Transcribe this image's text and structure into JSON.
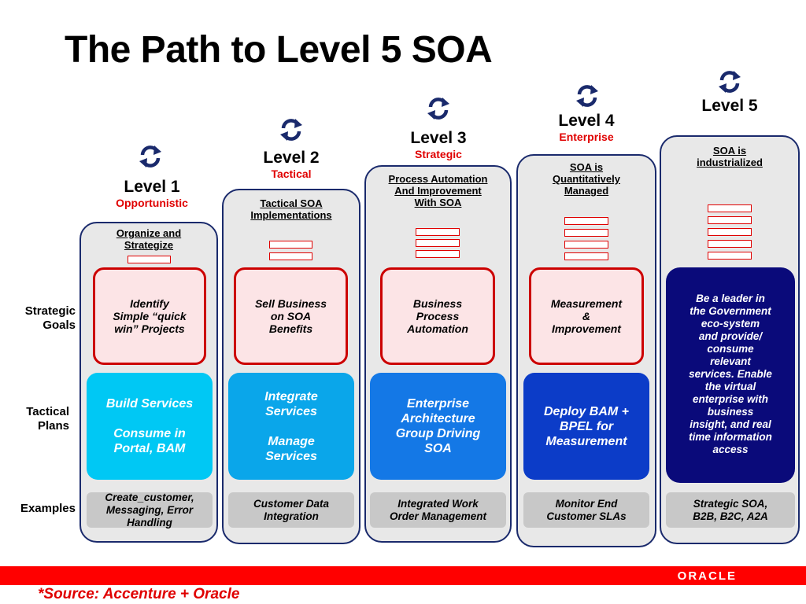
{
  "title": "The Path to Level 5 SOA",
  "row_labels": {
    "goals": "Strategic\nGoals",
    "plans": "Tactical\nPlans",
    "examples": "Examples"
  },
  "levels": [
    {
      "name": "Level 1",
      "subtitle": "Opportunistic",
      "header": "Organize and\nStrategize",
      "maturity_bars": 1,
      "goal": "Identify\nSimple “quick\nwin” Projects",
      "plan": "Build Services\n\nConsume in\nPortal, BAM",
      "example": "Create_customer,\nMessaging, Error\nHandling",
      "plan_color": "#00c8f4"
    },
    {
      "name": "Level 2",
      "subtitle": "Tactical",
      "header": "Tactical SOA\nImplementations",
      "maturity_bars": 2,
      "goal": "Sell Business\non SOA\nBenefits",
      "plan": "Integrate\nServices\n\nManage\nServices",
      "example": "Customer Data\nIntegration",
      "plan_color": "#0aa6ea"
    },
    {
      "name": "Level 3",
      "subtitle": "Strategic",
      "header": "Process Automation\nAnd Improvement\nWith SOA",
      "maturity_bars": 3,
      "goal": "Business\nProcess\nAutomation",
      "plan": "Enterprise\nArchitecture\nGroup Driving\nSOA",
      "example": "Integrated Work\nOrder Management",
      "plan_color": "#1478e6"
    },
    {
      "name": "Level 4",
      "subtitle": "Enterprise",
      "header": "SOA is\nQuantitatively\nManaged",
      "maturity_bars": 4,
      "goal": "Measurement\n&\nImprovement",
      "plan": "Deploy BAM +\nBPEL for\nMeasurement",
      "example": "Monitor End\nCustomer SLAs",
      "plan_color": "#0c3cc8"
    },
    {
      "name": "Level 5",
      "subtitle": "",
      "header": "SOA is\n industrialized",
      "maturity_bars": 5,
      "goal": "Be a leader in\nthe  Government\neco-system\nand provide/\nconsume\nrelevant\nservices. Enable\nthe virtual\nenterprise with\nbusiness\ninsight, and real\ntime information\naccess",
      "example": "Strategic SOA,\nB2B, B2C, A2A",
      "plan_color": "#0a0a7a"
    }
  ],
  "footer": {
    "brand": "ORACLE",
    "source": "*Source: Accenture + Oracle",
    "bar_color": "#ff0000"
  },
  "icons": [
    "cycle-arrows-icon"
  ]
}
